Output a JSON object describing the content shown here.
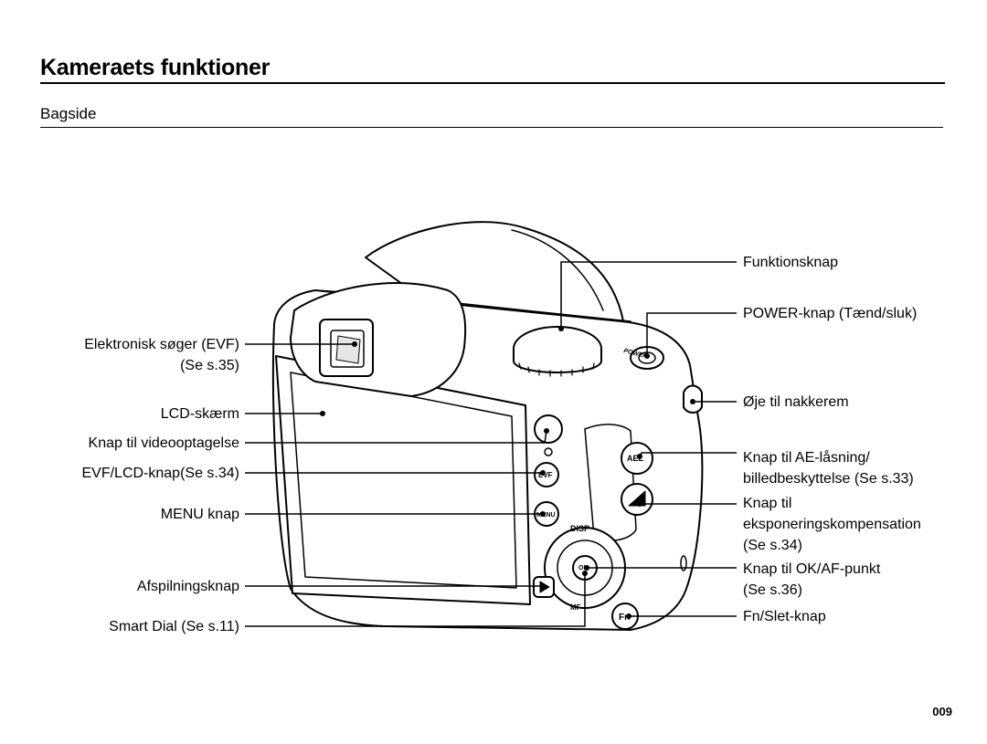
{
  "page": {
    "title": "Kameraets funktioner",
    "subtitle": "Bagside",
    "page_number": "009"
  },
  "labels_left": {
    "evf": "Elektronisk søger (EVF)",
    "evf_ref": "(Se s.35)",
    "lcd": "LCD-skærm",
    "video": "Knap til videooptagelse",
    "evf_lcd": "EVF/LCD-knap(Se s.34)",
    "menu": "MENU knap",
    "playback": "Afspilningsknap",
    "smart_dial": "Smart Dial (Se s.11)"
  },
  "labels_right": {
    "mode": "Funktionsknap",
    "power": "POWER-knap (Tænd/sluk)",
    "strap": "Øje til nakkerem",
    "ael_1": "Knap til AE-låsning/",
    "ael_2": "billedbeskyttelse (Se s.33)",
    "exp_1": "Knap til",
    "exp_2": "eksponeringskompensation",
    "exp_3": "(Se s.34)",
    "ok_1": "Knap til OK/AF-punkt",
    "ok_2": "(Se s.36)",
    "fn": "Fn/Slet-knap"
  },
  "camera_marks": {
    "power": "POWER",
    "disp": "DISP",
    "mf": "MF",
    "ael": "AEL",
    "evf": "EVF",
    "menu": "MENU",
    "ok": "OK",
    "fn": "Fn"
  }
}
